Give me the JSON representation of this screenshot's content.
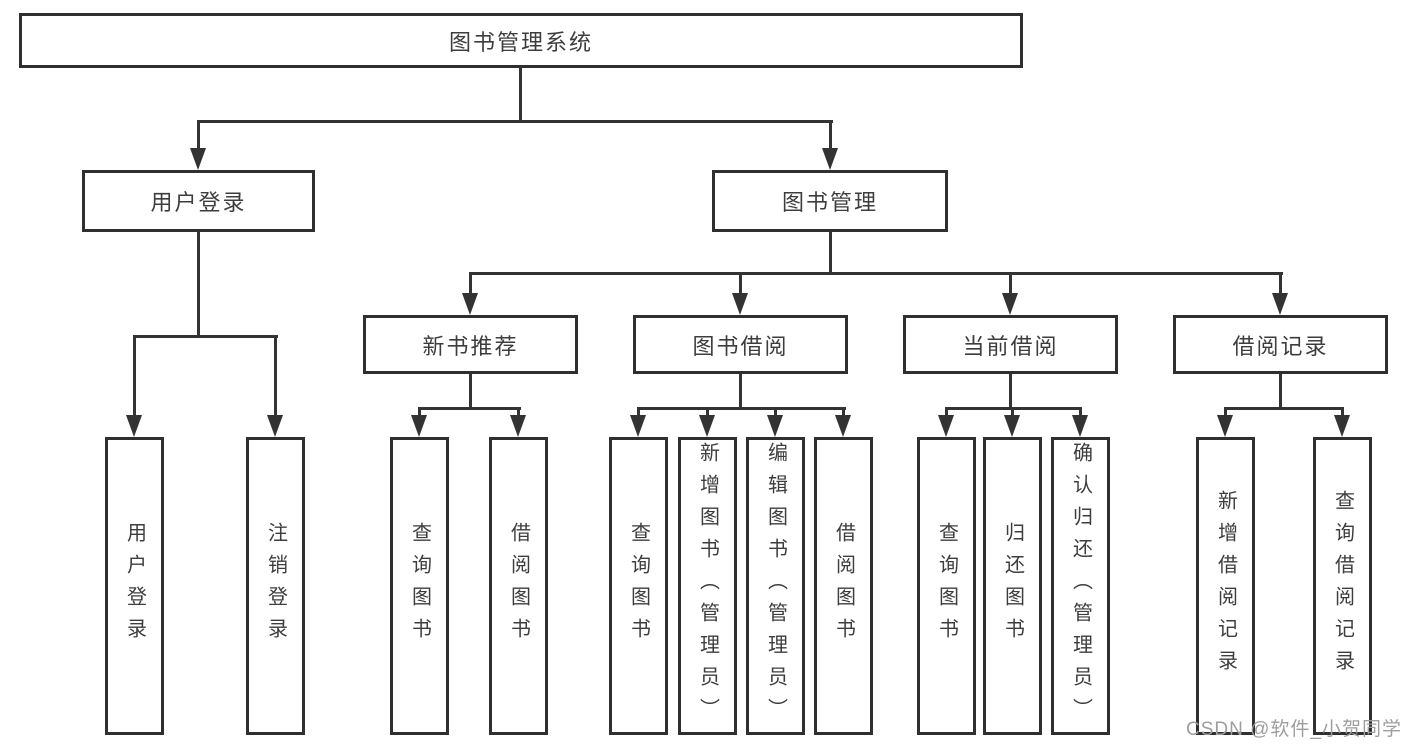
{
  "diagram": {
    "type": "hierarchy-tree",
    "tree": {
      "label": "图书管理系统",
      "children": [
        {
          "label": "用户登录",
          "children": [
            {
              "label": "用户登录"
            },
            {
              "label": "注销登录"
            }
          ]
        },
        {
          "label": "图书管理",
          "children": [
            {
              "label": "新书推荐",
              "children": [
                {
                  "label": "查询图书"
                },
                {
                  "label": "借阅图书"
                }
              ]
            },
            {
              "label": "图书借阅",
              "children": [
                {
                  "label": "查询图书"
                },
                {
                  "label": "新增图书（管理员）"
                },
                {
                  "label": "编辑图书（管理员）"
                },
                {
                  "label": "借阅图书"
                }
              ]
            },
            {
              "label": "当前借阅",
              "children": [
                {
                  "label": "查询图书"
                },
                {
                  "label": "归还图书"
                },
                {
                  "label": "确认归还（管理员）"
                }
              ]
            },
            {
              "label": "借阅记录",
              "children": [
                {
                  "label": "新增借阅记录"
                },
                {
                  "label": "查询借阅记录"
                }
              ]
            }
          ]
        }
      ]
    },
    "colors": {
      "line": "#333333",
      "box_border": "#2f2f2f",
      "text": "#3d3d3d",
      "background": "#ffffff",
      "watermark": "#9e9e9e"
    }
  },
  "watermark": "CSDN @软件_小贺同学"
}
